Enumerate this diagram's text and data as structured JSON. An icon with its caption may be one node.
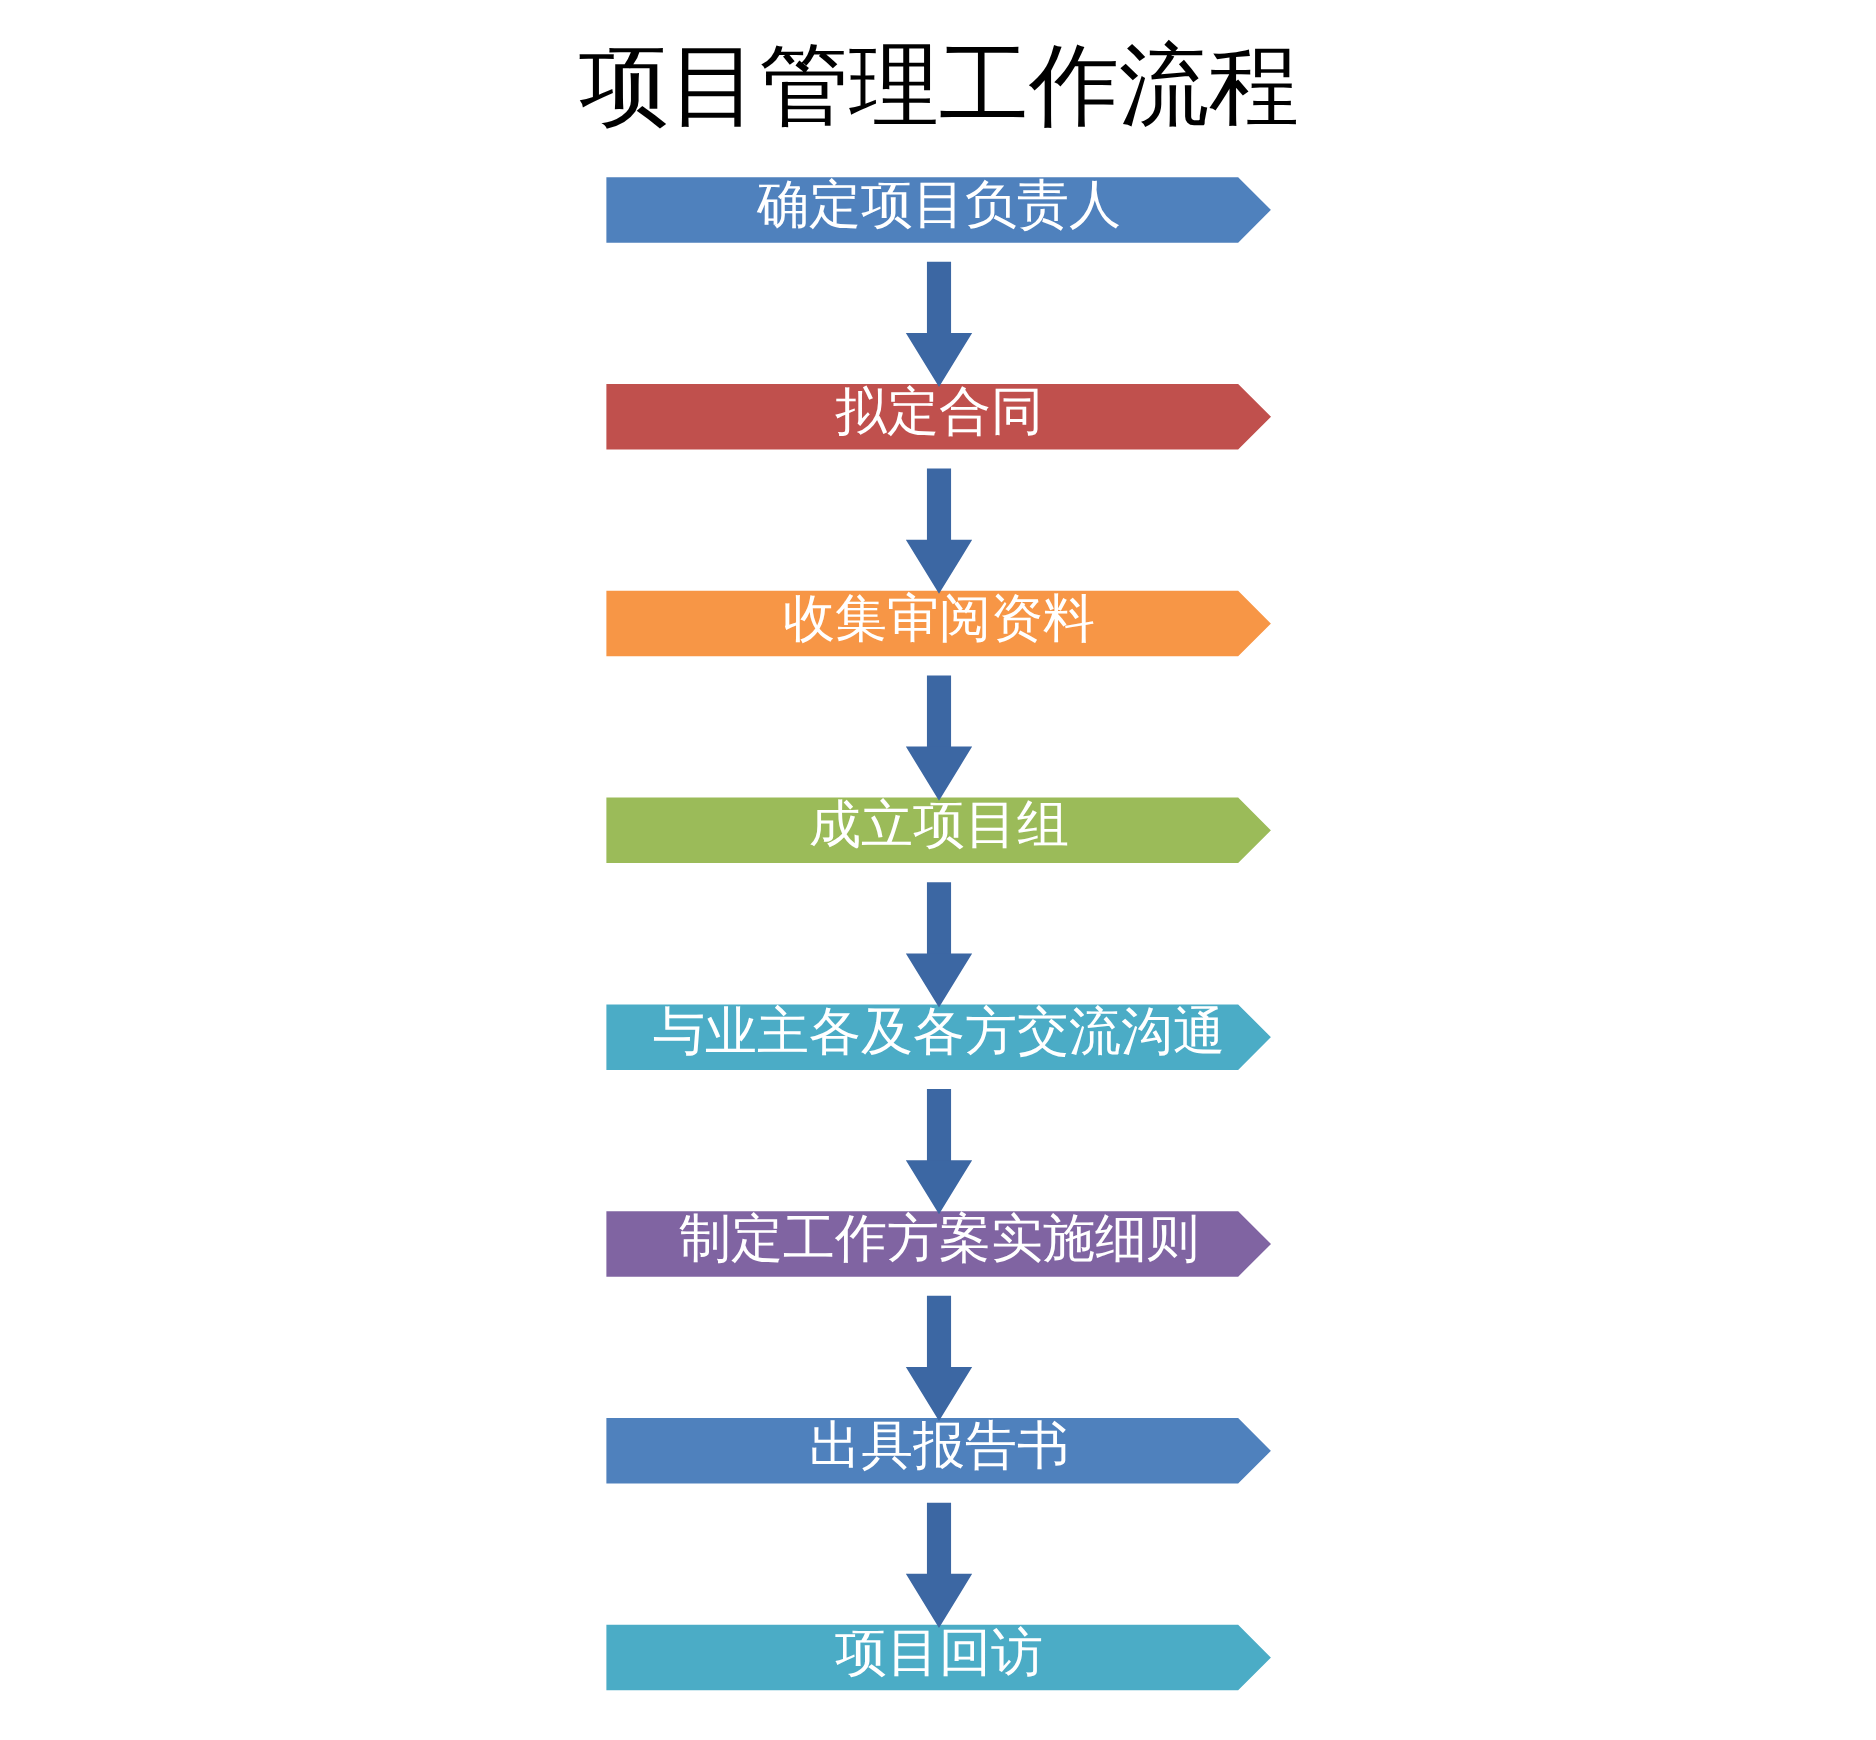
{
  "diagram": {
    "title": "项目管理工作流程",
    "nodes": [
      {
        "text": [
          "确定项目负责人"
        ]
      },
      {
        "text": [
          "拟定合同"
        ]
      },
      {
        "text": [
          "收集审阅资料"
        ]
      },
      {
        "text": [
          "成立项目组"
        ]
      },
      {
        "text": [
          "与业主各及各方交流沟通"
        ]
      },
      {
        "text": [
          "制定工作方案实施细则"
        ]
      },
      {
        "text": [
          "出具报告书"
        ]
      },
      {
        "text": [
          "项目回访"
        ]
      }
    ],
    "edges": [
      {
        "from": 0,
        "to": 1,
        "arrow": "to"
      },
      {
        "from": 1,
        "to": 2,
        "arrow": "to"
      },
      {
        "from": 2,
        "to": 3,
        "arrow": "to"
      },
      {
        "from": 3,
        "to": 4,
        "arrow": "to"
      },
      {
        "from": 4,
        "to": 5,
        "arrow": "to"
      },
      {
        "from": 5,
        "to": 6,
        "arrow": "to"
      },
      {
        "from": 6,
        "to": 7,
        "arrow": "to"
      }
    ]
  }
}
